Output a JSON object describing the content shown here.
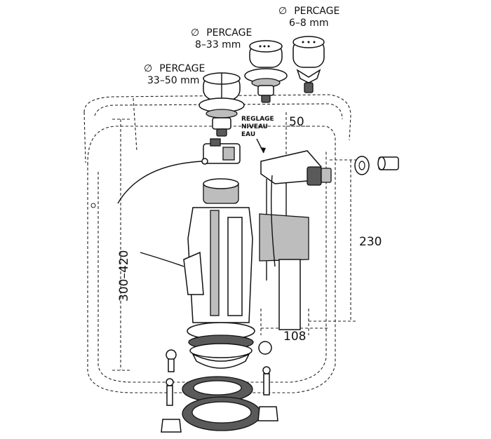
{
  "labels": {
    "percage_symbol": "∅",
    "percage_word": "PERCAGE",
    "range_large": "33–50 mm",
    "range_medium": "8–33 mm",
    "range_small": "6–8 mm",
    "reglage_line1": "REGLAGE",
    "reglage_line2": "NIVEAU",
    "reglage_line3": "EAU"
  },
  "dimensions": {
    "height_range": "300–420",
    "offset": "50",
    "fill_valve_height": "230",
    "spacing": "108"
  }
}
